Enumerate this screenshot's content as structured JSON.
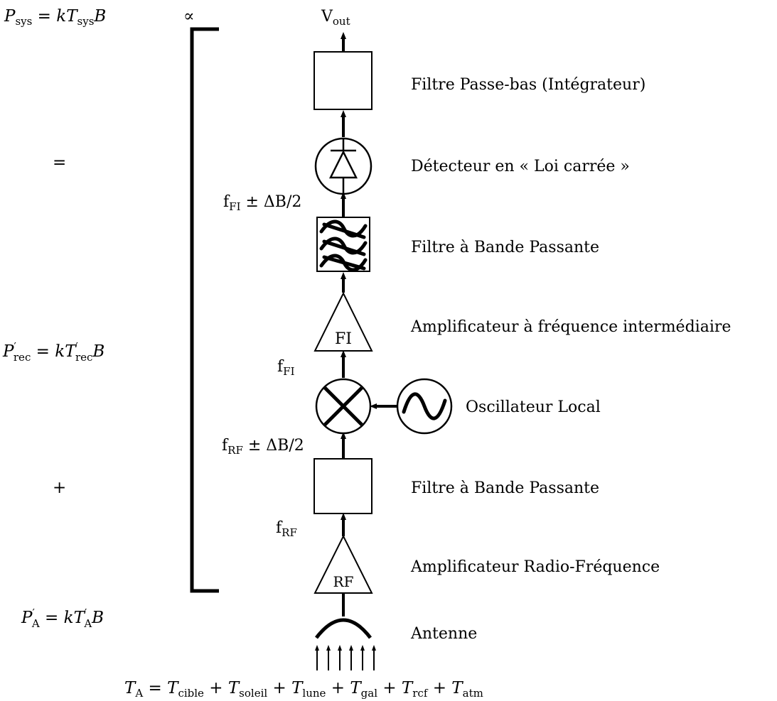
{
  "output": {
    "v": "V",
    "sub": "out"
  },
  "blocks": [
    {
      "id": "lowpass",
      "label": "Filtre Passe-bas (Intégrateur)"
    },
    {
      "id": "detector",
      "label": "Détecteur en « Loi carrée »"
    },
    {
      "id": "if_bandpass",
      "label": "Filtre à Bande Passante"
    },
    {
      "id": "if_amp",
      "label": "Amplificateur à fréquence intermédiaire",
      "symbol": "FI"
    },
    {
      "id": "local_osc",
      "label": "Oscillateur Local"
    },
    {
      "id": "rf_bandpass",
      "label": "Filtre à Bande Passante"
    },
    {
      "id": "rf_amp",
      "label": "Amplificateur Radio-Fréquence",
      "symbol": "RF"
    },
    {
      "id": "antenna",
      "label": "Antenne"
    }
  ],
  "signals": {
    "if_band": {
      "f": "f",
      "sub": "FI",
      "rest": " ± ΔB/2"
    },
    "if": {
      "f": "f",
      "sub": "FI"
    },
    "rf_band": {
      "f": "f",
      "sub": "RF",
      "rest": " ± ΔB/2"
    },
    "rf": {
      "f": "f",
      "sub": "RF"
    }
  },
  "equations": {
    "p_sys": "P_sys = kT_sys B",
    "proportional": "∝",
    "equals": "=",
    "p_rec": "P′_rec = kT′_rec B",
    "plus": "+",
    "p_a": "P′_A = kT′_A B",
    "t_a": "T_A = T_cible + T_soleil + T_lune + T_gal + T_rcf + T_atm"
  },
  "eq_parts": {
    "p_sys": {
      "main": "P",
      "sub": "sys",
      "k": "k",
      "t": "T",
      "tsub": "sys",
      "b": "B"
    },
    "p_rec": {
      "main": "P",
      "sub": "rec",
      "k": "k",
      "t": "T",
      "tsub": "rec",
      "b": "B",
      "prime": "′"
    },
    "p_a": {
      "main": "P",
      "sub": "A",
      "k": "k",
      "t": "T",
      "tsub": "A",
      "b": "B",
      "prime": "′"
    },
    "t_a": {
      "lhs": "T",
      "lhs_sub": "A",
      "terms": [
        {
          "t": "T",
          "sub": "cible"
        },
        {
          "t": "T",
          "sub": "soleil"
        },
        {
          "t": "T",
          "sub": "lune"
        },
        {
          "t": "T",
          "sub": "gal"
        },
        {
          "t": "T",
          "sub": "rcf"
        },
        {
          "t": "T",
          "sub": "atm"
        }
      ]
    }
  }
}
